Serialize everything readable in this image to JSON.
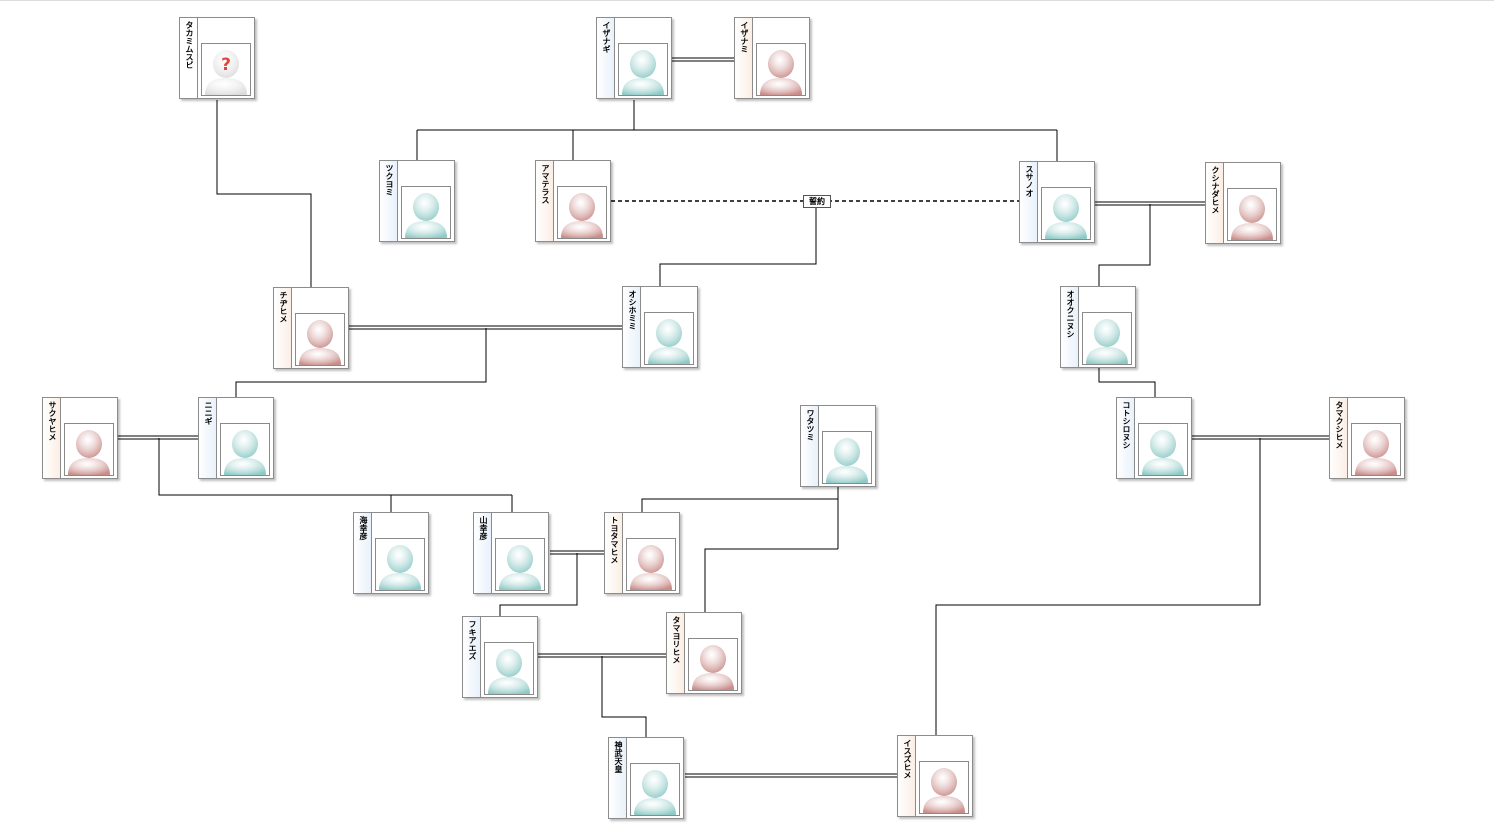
{
  "diagram": {
    "persons": [
      {
        "id": "takamimusubi",
        "name": "タカミムスビ",
        "gender": "unknown"
      },
      {
        "id": "izanagi",
        "name": "イザナギ",
        "gender": "male"
      },
      {
        "id": "izanami",
        "name": "イザナミ",
        "gender": "female"
      },
      {
        "id": "tsukuyomi",
        "name": "ツクヨミ",
        "gender": "male"
      },
      {
        "id": "amaterasu",
        "name": "アマテラス",
        "gender": "female"
      },
      {
        "id": "susanoo",
        "name": "スサノオ",
        "gender": "male"
      },
      {
        "id": "kushinadahime",
        "name": "クシナダヒメ",
        "gender": "female"
      },
      {
        "id": "chichihime",
        "name": "チヂヒメ",
        "gender": "female"
      },
      {
        "id": "oshihomimi",
        "name": "オシホミミ",
        "gender": "male"
      },
      {
        "id": "ookuninushi",
        "name": "オオクニヌシ",
        "gender": "male"
      },
      {
        "id": "sakuyahime",
        "name": "サクヤヒメ",
        "gender": "female"
      },
      {
        "id": "ninigi",
        "name": "ニニギ",
        "gender": "male"
      },
      {
        "id": "watatsumi",
        "name": "ワタツミ",
        "gender": "male"
      },
      {
        "id": "kotoshironushi",
        "name": "コトシロヌシ",
        "gender": "male"
      },
      {
        "id": "tamakushihime",
        "name": "タマクシヒメ",
        "gender": "female"
      },
      {
        "id": "umisachi",
        "name": "海幸彦",
        "gender": "male"
      },
      {
        "id": "yamasachi",
        "name": "山幸彦",
        "gender": "male"
      },
      {
        "id": "toyotamahime",
        "name": "トヨタマヒメ",
        "gender": "female"
      },
      {
        "id": "fukiaezu",
        "name": "フキアエズ",
        "gender": "male"
      },
      {
        "id": "tamayorihime",
        "name": "タマヨリヒメ",
        "gender": "female"
      },
      {
        "id": "jimmu",
        "name": "神武天皇",
        "gender": "male"
      },
      {
        "id": "isuzuhime",
        "name": "イスズヒメ",
        "gender": "female"
      }
    ],
    "oath_label": "誓約",
    "colors": {
      "male_strip": "#e8f1fb",
      "female_strip": "#fbeee4",
      "male_silhouette": "#8fcac6",
      "female_silhouette": "#c98d8a",
      "unknown_silhouette": "#dcdcdc",
      "unknown_mark": "#e0463d",
      "line": "#000000"
    },
    "icons": {
      "male": "male-silhouette-icon",
      "female": "female-silhouette-icon",
      "unknown": "unknown-person-icon"
    },
    "unknown_mark": "?"
  }
}
